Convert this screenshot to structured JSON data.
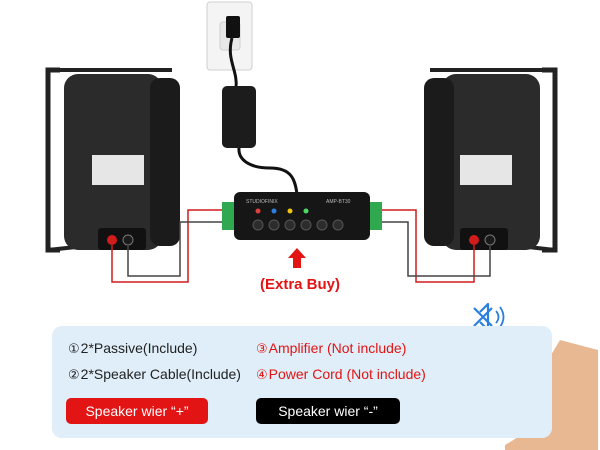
{
  "extra_buy": "(Extra Buy)",
  "items": {
    "passive_num": "①",
    "passive": "2*Passive(Include)",
    "cable_num": "②",
    "cable": "2*Speaker Cable(Include)",
    "amp_num": "③",
    "amp": "Amplifier  (Not include)",
    "power_num": "④",
    "power": "Power Cord (Not include)"
  },
  "wire_plus": "Speaker wier “+”",
  "wire_minus": "Speaker wier “-”",
  "amp_brand": "STUDIOFINIX",
  "amp_model": "AMP-BT30",
  "colors": {
    "red": "#e21414",
    "panel": "#dfeef8",
    "speaker": "#2b2b2b",
    "terminal": "#2fa84f",
    "bluetooth": "#2a7fe0"
  },
  "icons": [
    "bluetooth-icon",
    "wall-outlet",
    "power-adapter",
    "amplifier",
    "left-speaker",
    "right-speaker",
    "smartphone",
    "up-arrow-icon"
  ]
}
